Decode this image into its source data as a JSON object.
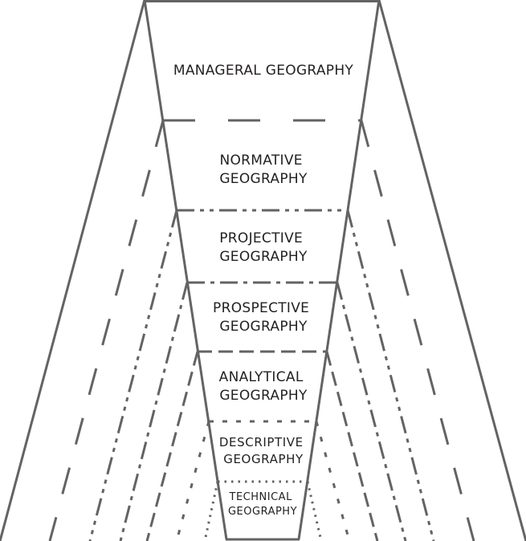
{
  "diagram": {
    "title": "Geography levels funnel",
    "line_color": "#636363",
    "text_color": "#231f20",
    "levels": [
      {
        "id": "managerial",
        "lines": [
          "MANAGERAL GEOGRAPHY"
        ],
        "border_style": "long-dash"
      },
      {
        "id": "normative",
        "lines": [
          "NORMATIVE",
          "GEOGRAPHY"
        ],
        "border_style": "dash-dot-dot"
      },
      {
        "id": "projective",
        "lines": [
          "PROJECTIVE",
          "GEOGRAPHY"
        ],
        "border_style": "dash-dot"
      },
      {
        "id": "prospective",
        "lines": [
          "PROSPECTIVE",
          "GEOGRAPHY"
        ],
        "border_style": "dash"
      },
      {
        "id": "analytical",
        "lines": [
          "ANALYTICAL",
          "GEOGRAPHY"
        ],
        "border_style": "short-dash"
      },
      {
        "id": "descriptive",
        "lines": [
          "DESCRIPTIVE",
          "GEOGRAPHY"
        ],
        "border_style": "dotted"
      },
      {
        "id": "technical",
        "lines": [
          "TECHNICAL",
          "GEOGRAPHY"
        ],
        "border_style": "solid"
      }
    ]
  }
}
